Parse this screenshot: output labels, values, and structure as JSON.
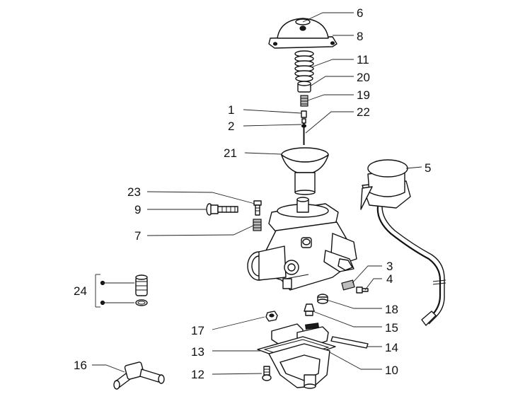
{
  "callouts": [
    {
      "id": "6",
      "label": "6"
    },
    {
      "id": "8",
      "label": "8"
    },
    {
      "id": "11",
      "label": "11"
    },
    {
      "id": "20",
      "label": "20"
    },
    {
      "id": "19",
      "label": "19"
    },
    {
      "id": "1",
      "label": "1"
    },
    {
      "id": "22",
      "label": "22"
    },
    {
      "id": "2",
      "label": "2"
    },
    {
      "id": "21",
      "label": "21"
    },
    {
      "id": "5",
      "label": "5"
    },
    {
      "id": "23",
      "label": "23"
    },
    {
      "id": "9",
      "label": "9"
    },
    {
      "id": "7",
      "label": "7"
    },
    {
      "id": "3",
      "label": "3"
    },
    {
      "id": "4",
      "label": "4"
    },
    {
      "id": "24",
      "label": "24"
    },
    {
      "id": "18",
      "label": "18"
    },
    {
      "id": "15",
      "label": "15"
    },
    {
      "id": "17",
      "label": "17"
    },
    {
      "id": "14",
      "label": "14"
    },
    {
      "id": "13",
      "label": "13"
    },
    {
      "id": "10",
      "label": "10"
    },
    {
      "id": "16",
      "label": "16"
    },
    {
      "id": "12",
      "label": "12"
    }
  ]
}
